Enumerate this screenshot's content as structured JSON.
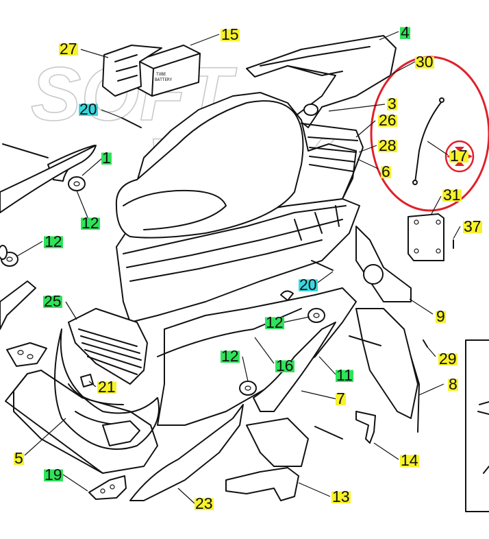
{
  "watermark": {
    "line1": "SOFT",
    "line2": "WAY"
  },
  "battery_text": {
    "line1": "TUBE",
    "line2": "BATTERY"
  },
  "colors": {
    "highlight_yellow": "#f7f22a",
    "highlight_green": "#2ee35a",
    "highlight_cyan": "#3ad7df",
    "circle_red": "#e0202a"
  },
  "labels": {
    "l27": "27",
    "l15": "15",
    "l4": "4",
    "l30": "30",
    "l20a": "20",
    "l3": "3",
    "l26": "26",
    "l28": "28",
    "l6": "6",
    "l17": "17",
    "l1": "1",
    "l12a": "12",
    "l12b": "12",
    "l31": "31",
    "l37": "37",
    "l25": "25",
    "l20b": "20",
    "l9": "9",
    "l12c": "12",
    "l29": "29",
    "l12d": "12",
    "l16": "16",
    "l11": "11",
    "l21": "21",
    "l8": "8",
    "l7": "7",
    "l5": "5",
    "l14": "14",
    "l19": "19",
    "l13": "13",
    "l23": "23"
  }
}
